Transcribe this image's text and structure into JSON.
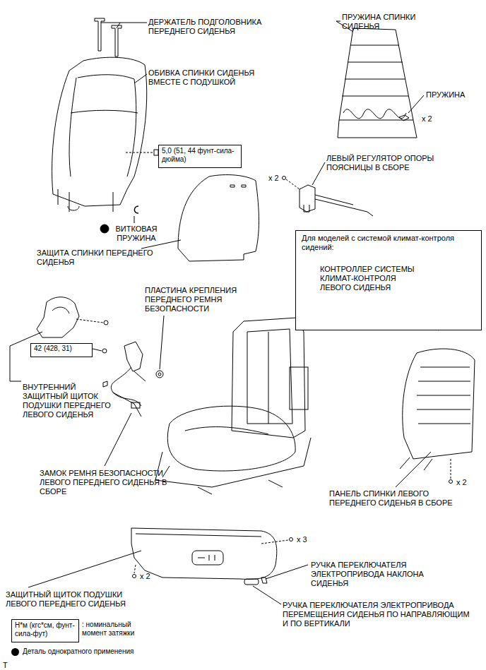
{
  "diagram": {
    "nodes": [
      {
        "text": [
          "5,0 (51, 44 фунт-сила-дюйма)"
        ]
      },
      {
        "text": [
          "Для моделей с системой климат-контроля сидений:",
          "КОНТРОЛЛЕР СИСТЕМЫ КЛИМАТ-КОНТРОЛЯ ЛЕВОГО СИДЕНЬЯ"
        ]
      },
      {
        "text": [
          "42 (428, 31)"
        ]
      },
      {
        "text": [
          "Н*м (кгс*см, фунт-сила-фут)"
        ]
      }
    ],
    "edges": [],
    "labels": [
      "ДЕРЖАТЕЛЬ ПОДГОЛОВНИКА ПЕРЕДНЕГО СИДЕНЬЯ",
      "ОБИВКА СПИНКИ СИДЕНЬЯ ВМЕСТЕ С ПОДУШКОЙ",
      "ВИТКОВАЯ ПРУЖИНА",
      "ЗАЩИТА СПИНКИ ПЕРЕДНЕГО СИДЕНЬЯ",
      "ПРУЖИНА СПИНКИ СИДЕНЬЯ",
      "ПРУЖИНА",
      "x 2",
      "x 2",
      "ЛЕВЫЙ РЕГУЛЯТОР ОПОРЫ ПОЯСНИЦЫ В СБОРЕ",
      "ПЛАСТИНА КРЕПЛЕНИЯ ПЕРЕДНЕГО РЕМНЯ БЕЗОПАСНОСТИ",
      "ВНУТРЕННИЙ ЗАЩИТНЫЙ ЩИТОК ПОДУШКИ ПЕРЕДНЕГО ЛЕВОГО СИДЕНЬЯ",
      "ЗАМОК РЕМНЯ БЕЗОПАСНОСТИ ЛЕВОГО ПЕРЕДНЕГО СИДЕНЬЯ В СБОРЕ",
      "x 2",
      "ПАНЕЛЬ СПИНКИ ЛЕВОГО ПЕРЕДНЕГО СИДЕНЬЯ В СБОРЕ",
      "x 3",
      "x 2",
      "РУЧКА ПЕРЕКЛЮЧАТЕЛЯ ЭЛЕКТРОПРИВОДА НАКЛОНА СИДЕНЬЯ",
      "ЗАЩИТНЫЙ ЩИТОК ПОДУШКИ ЛЕВОГО ПЕРЕДНЕГО СИДЕНЬЯ",
      "РУЧКА ПЕРЕКЛЮЧАТЕЛЯ ЭЛЕКТРОПРИВОДА ПЕРЕМЕЩЕНИЯ СИДЕНЬЯ ПО НАПРАВЛЯЮЩИМ И ПО ВЕРТИКАЛИ",
      "T"
    ],
    "legend": [
      {
        "text": ": номинальный момент затяжки"
      },
      {
        "text": "Деталь однократного применения",
        "color": "#000000"
      }
    ]
  }
}
